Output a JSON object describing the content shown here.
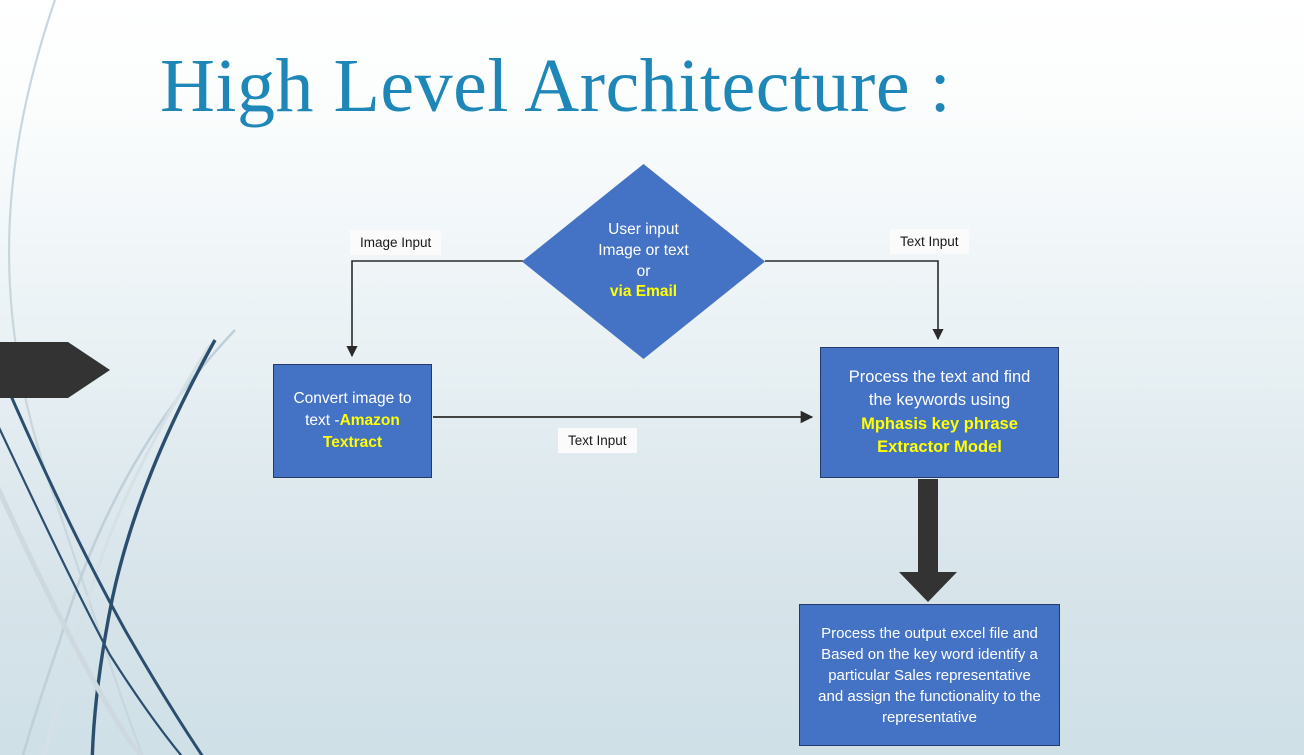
{
  "slide": {
    "title": "High Level Architecture :",
    "title_color": "#1E87B8",
    "node_fill_color": "#4472C4",
    "node_border_color": "#25396B",
    "highlight_text_color": "#FFFF00",
    "background_top_color": "#FFFFFF",
    "background_bottom_color": "#CFE0E7",
    "decor_arrow_color": "#333333"
  },
  "diagram": {
    "type": "flowchart",
    "decision": {
      "line1": "User input",
      "line2": "Image or text",
      "line3": "or",
      "line4_highlight": "via Email"
    },
    "convert_node": {
      "line1": "Convert image to",
      "line2_prefix": "text -",
      "line2_highlight": "Amazon",
      "line3_highlight": "Textract"
    },
    "process_node": {
      "line1": "Process the text and find",
      "line2": "the keywords using",
      "line3_highlight": "Mphasis key phrase",
      "line4_highlight": "Extractor Model"
    },
    "output_node": {
      "line1": "Process the output excel file and",
      "line2": "Based on the key word identify a",
      "line3": "particular Sales representative",
      "line4": "and assign the functionality to the",
      "line5": "representative"
    },
    "labels": {
      "image_input": "Image Input",
      "text_input_right": "Text Input",
      "text_input_middle": "Text Input"
    }
  }
}
